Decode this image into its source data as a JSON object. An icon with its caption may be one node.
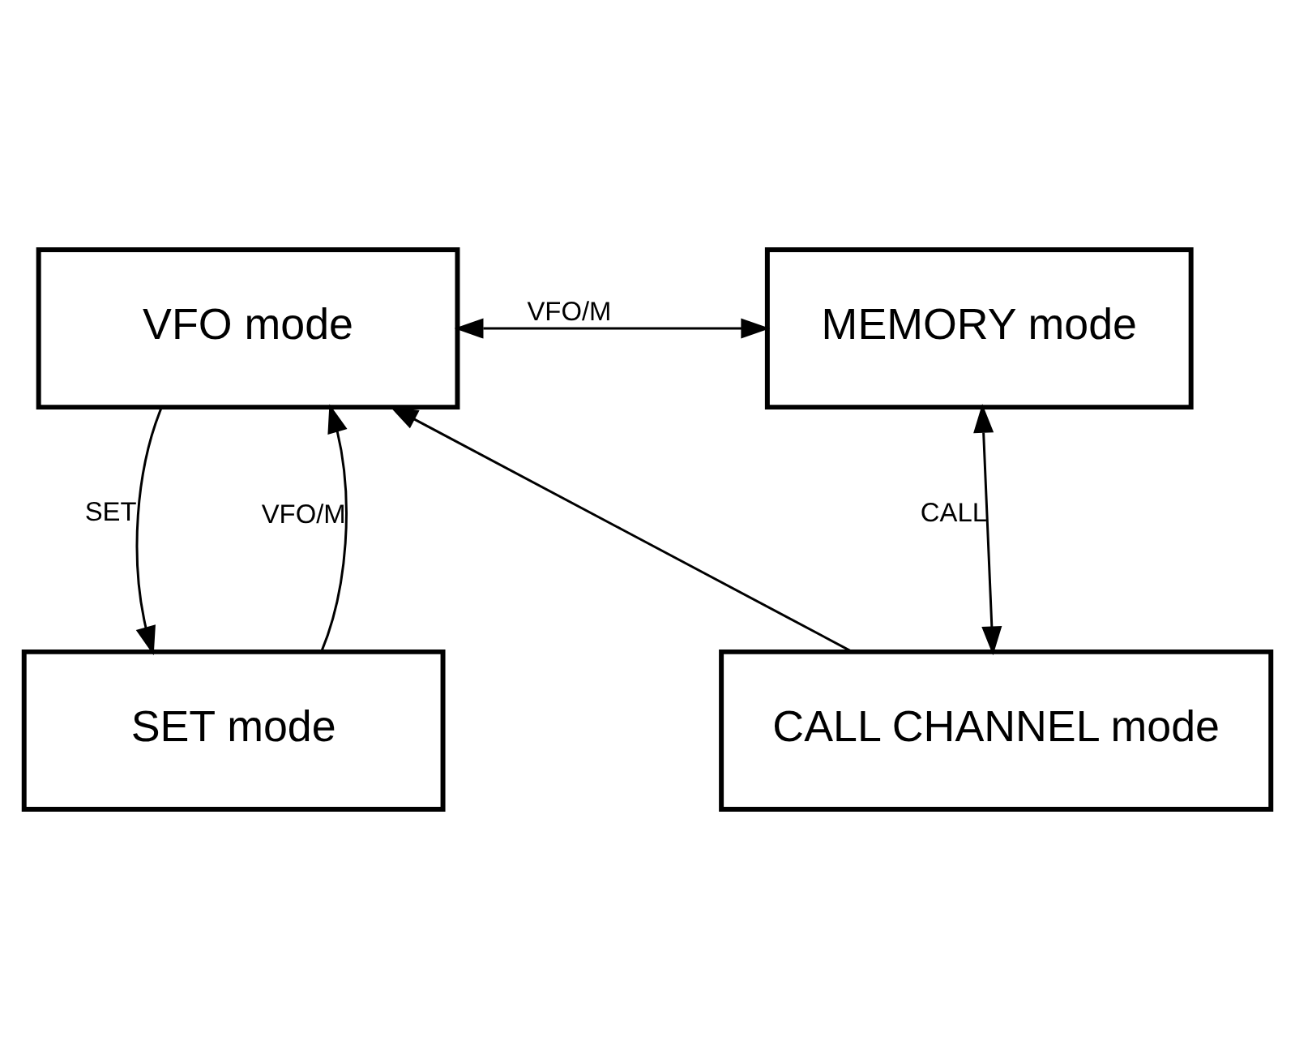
{
  "diagram": {
    "nodes": [
      {
        "text": [
          "VFO mode"
        ]
      },
      {
        "text": [
          "MEMORY mode"
        ]
      },
      {
        "text": [
          "SET mode"
        ]
      },
      {
        "text": [
          "CALL CHANNEL mode"
        ]
      }
    ],
    "edges": [
      {
        "from": 0,
        "to": 1,
        "arrow": "both",
        "label": "VFO/M"
      },
      {
        "from": 0,
        "to": 2,
        "arrow": "to",
        "label": "SET"
      },
      {
        "from": 2,
        "to": 0,
        "arrow": "to",
        "label": "VFO/M"
      },
      {
        "from": 1,
        "to": 3,
        "arrow": "both",
        "label": "CALL"
      },
      {
        "from": 3,
        "to": 0,
        "arrow": "to"
      }
    ]
  }
}
